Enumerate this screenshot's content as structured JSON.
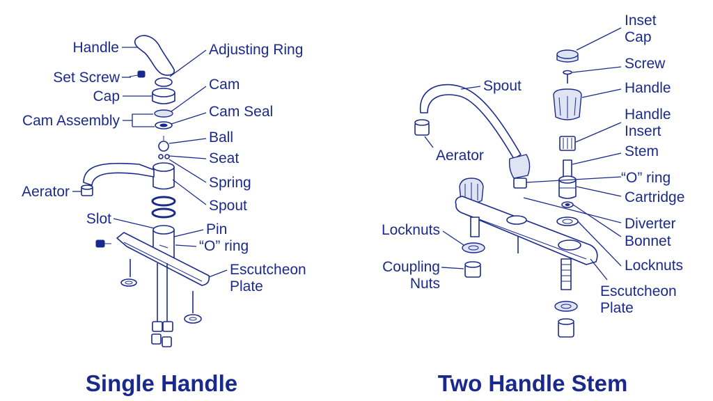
{
  "colors": {
    "ink": "#1a2a8c",
    "background": "#ffffff"
  },
  "titles": {
    "left": "Single Handle",
    "right": "Two Handle Stem"
  },
  "left_labels": {
    "handle": "Handle",
    "adjusting_ring": "Adjusting Ring",
    "set_screw": "Set Screw",
    "cap": "Cap",
    "cam": "Cam",
    "cam_assembly": "Cam Assembly",
    "cam_seal": "Cam Seal",
    "ball": "Ball",
    "seat": "Seat",
    "spring": "Spring",
    "aerator": "Aerator",
    "spout": "Spout",
    "slot": "Slot",
    "pin": "Pin",
    "o_ring": "“O” ring",
    "escutcheon_line1": "Escutcheon",
    "escutcheon_line2": "Plate"
  },
  "right_labels": {
    "inset_cap_line1": "Inset",
    "inset_cap_line2": "Cap",
    "screw": "Screw",
    "spout": "Spout",
    "handle": "Handle",
    "handle_insert_line1": "Handle",
    "handle_insert_line2": "Insert",
    "aerator": "Aerator",
    "stem": "Stem",
    "o_ring": "“O” ring",
    "cartridge": "Cartridge",
    "locknuts_left": "Locknuts",
    "diverter": "Diverter",
    "bonnet": "Bonnet",
    "coupling_line1": "Coupling",
    "coupling_line2": "Nuts",
    "locknuts_right": "Locknuts",
    "escutcheon_line1": "Escutcheon",
    "escutcheon_line2": "Plate"
  }
}
